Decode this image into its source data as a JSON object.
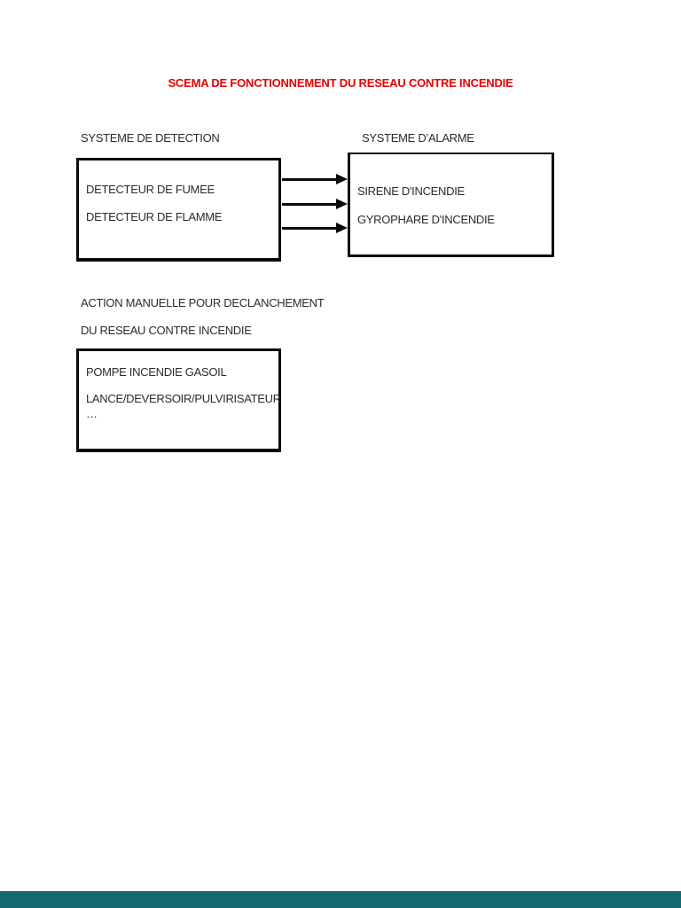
{
  "page": {
    "background": "#ffffff",
    "text_color": "#2b2b2b"
  },
  "title": {
    "text": "SCEMA DE FONCTIONNEMENT DU RESEAU CONTRE INCENDIE",
    "color": "#e60000"
  },
  "detection": {
    "label": "SYSTEME DE DETECTION",
    "lines": [
      "DETECTEUR DE FUMEE",
      "DETECTEUR DE FLAMME"
    ]
  },
  "alarm": {
    "label": "SYSTEME D’ALARME",
    "lines": [
      "SIRENE D'INCENDIE",
      "GYROPHARE D'INCENDIE"
    ]
  },
  "arrows": {
    "count": 3,
    "direction": "right",
    "color": "#0b0b0b"
  },
  "manual_action": {
    "lines": [
      "ACTION MANUELLE POUR DECLANCHEMENT",
      "DU RESEAU CONTRE INCENDIE"
    ]
  },
  "pump": {
    "lines": [
      "POMPE INCENDIE GASOIL",
      "LANCE/DEVERSOIR/PULVIRISATEUR",
      "…"
    ]
  },
  "footer": {
    "bar_color": "#16696e"
  }
}
